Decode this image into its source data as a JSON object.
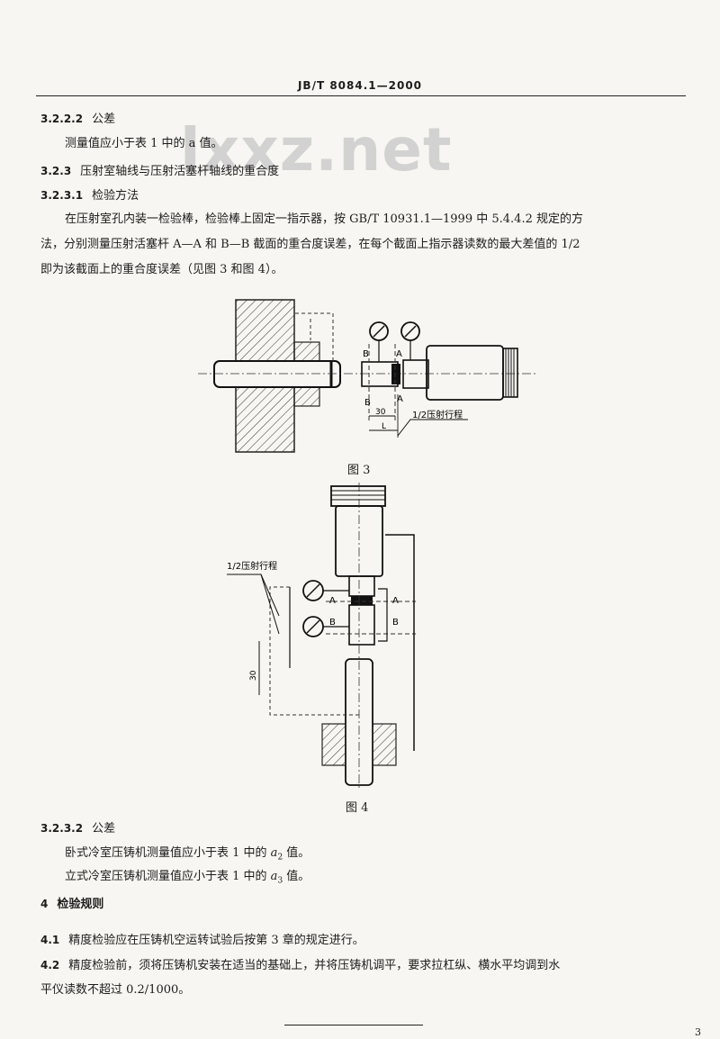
{
  "header": {
    "standard_code": "JB/T 8084.1—2000"
  },
  "watermark": {
    "text": "lxxz.net"
  },
  "sections": {
    "s3222": {
      "num": "3.2.2.2",
      "title": "公差",
      "body": "测量值应小于表 1 中的 a 值。"
    },
    "s323": {
      "num": "3.2.3",
      "title": "压射室轴线与压射活塞杆轴线的重合度"
    },
    "s3231": {
      "num": "3.2.3.1",
      "title": "检验方法",
      "body_lines": [
        "在压射室孔内装一检验棒，检验棒上固定一指示器，按 GB/T 10931.1—1999 中 5.4.4.2 规定的方",
        "法，分别测量压射活塞杆 A—A 和 B—B 截面的重合度误差，在每个截面上指示器读数的最大差值的 1/2",
        "即为该截面上的重合度误差（见图 3 和图 4）。"
      ]
    },
    "s3232": {
      "num": "3.2.3.2",
      "title": "公差",
      "line1_pre": "卧式冷室压铸机测量值应小于表 1 中的 ",
      "line1_var": "a",
      "line1_sub": "2",
      "line1_post": " 值。",
      "line2_pre": "立式冷室压铸机测量值应小于表 1 中的 ",
      "line2_var": "a",
      "line2_sub": "3",
      "line2_post": " 值。"
    },
    "s4": {
      "num": "4",
      "title": "检验规则"
    },
    "s41": {
      "num": "4.1",
      "body": "精度检验应在压铸机空运转试验后按第 3 章的规定进行。"
    },
    "s42": {
      "num": "4.2",
      "body_lines": [
        "精度检验前，须将压铸机安装在适当的基础上，并将压铸机调平，要求拉杠纵、横水平均调到水",
        "平仪读数不超过 0.2/1000。"
      ]
    }
  },
  "figure3": {
    "caption": "图 3",
    "label_a": "A",
    "label_b": "B",
    "dim_30": "30",
    "dim_l": "L",
    "note": "1/2压射行程"
  },
  "figure4": {
    "caption": "图 4",
    "label_a": "A",
    "label_b": "B",
    "dim_30": "30",
    "note": "1/2压射行程"
  },
  "footer": {
    "page_number": "3"
  }
}
